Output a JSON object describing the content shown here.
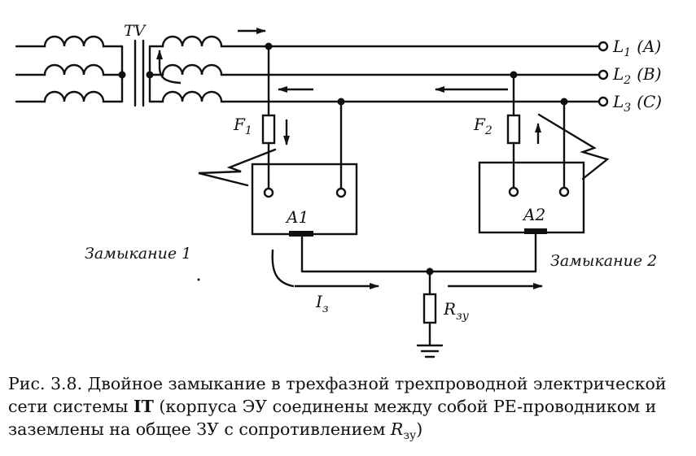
{
  "diagram": {
    "transformer_label": "TV",
    "lines": [
      {
        "name": "L",
        "sub": "1",
        "phase": "(A)"
      },
      {
        "name": "L",
        "sub": "2",
        "phase": "(B)"
      },
      {
        "name": "L",
        "sub": "3",
        "phase": "(C)"
      }
    ],
    "fuse1": {
      "name": "F",
      "sub": "1"
    },
    "fuse2": {
      "name": "F",
      "sub": "2"
    },
    "device1": "A1",
    "device2": "A2",
    "fault1": "Замыкание 1",
    "fault2": "Замыкание 2",
    "current": {
      "name": "I",
      "sub": "з"
    },
    "resistor": {
      "name": "R",
      "sub": "зу"
    }
  },
  "caption": {
    "part1": "Рис. 3.8. Двойное замыкание в трехфазной трехпроводной электрической сети системы ",
    "system": "IT",
    "part2": " (корпуса ЭУ соединены между собой PE-проводником и заземлены на общее ЗУ с сопротивлением ",
    "rsym": "R",
    "rsub": "зу",
    "part3": ")"
  }
}
